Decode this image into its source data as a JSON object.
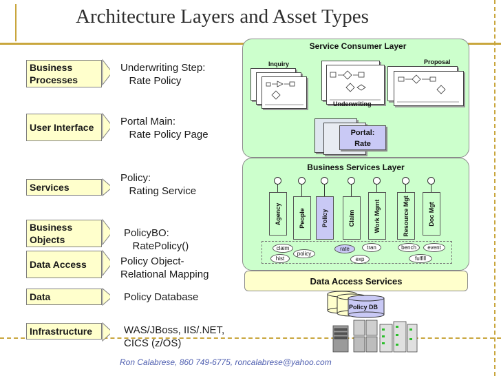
{
  "title": "Architecture Layers and Asset Types",
  "layers": [
    {
      "label": "Business Processes",
      "desc": "Underwriting Step:\n   Rate Policy"
    },
    {
      "label": "User Interface",
      "desc": "Portal Main:\n   Rate Policy Page"
    },
    {
      "label": "Services",
      "desc": "Policy:\n   Rating Service"
    },
    {
      "label": "Business Objects",
      "desc": "PolicyBO:\n   RatePolicy()"
    },
    {
      "label": "Data Access",
      "desc": "Policy Object-\nRelational Mapping"
    },
    {
      "label": "Data",
      "desc": "Policy Database"
    },
    {
      "label": "Infrastructure",
      "desc": "WAS/JBoss, IIS/.NET,\nCICS (z/OS)"
    }
  ],
  "consumer_layer": {
    "title": "Service Consumer Layer",
    "inquiry": "Inquiry",
    "proposal": "Proposal",
    "underwriting": "Underwriting",
    "portal": "Portal:\nRate"
  },
  "business_layer": {
    "title": "Business Services Layer",
    "services": [
      "Agency",
      "People",
      "Policy",
      "Claim",
      "Work Mgmt",
      "Resource Mgt",
      "Doc Mgt"
    ],
    "objects": [
      "claim",
      "hist",
      "policy",
      "rate",
      "tran",
      "exp",
      "bench",
      "event",
      "fulfill"
    ]
  },
  "data_access": "Data Access Services",
  "database": "Policy DB",
  "footer": "Ron Calabrese, 860 749-6775, roncalabrese@yahoo.com",
  "colors": {
    "tag_fill": "#ffffcc",
    "panel_fill": "#ccffcc",
    "highlight": "#c9c9f5",
    "rule": "#c9a63d"
  }
}
